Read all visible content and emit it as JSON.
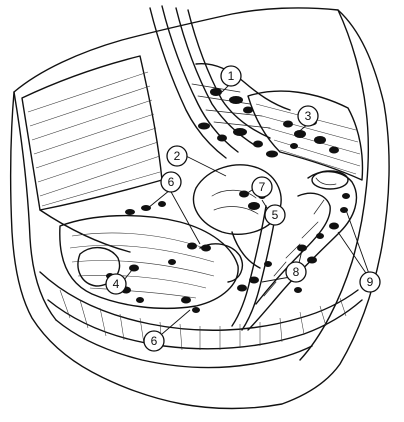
{
  "figure": {
    "labels": [
      {
        "id": "l1",
        "text": "1"
      },
      {
        "id": "l2",
        "text": "2"
      },
      {
        "id": "l3",
        "text": "3"
      },
      {
        "id": "l4",
        "text": "4"
      },
      {
        "id": "l5",
        "text": "5"
      },
      {
        "id": "l6a",
        "text": "6"
      },
      {
        "id": "l6b",
        "text": "6"
      },
      {
        "id": "l7",
        "text": "7"
      },
      {
        "id": "l8",
        "text": "8"
      },
      {
        "id": "l9",
        "text": "9"
      }
    ]
  }
}
